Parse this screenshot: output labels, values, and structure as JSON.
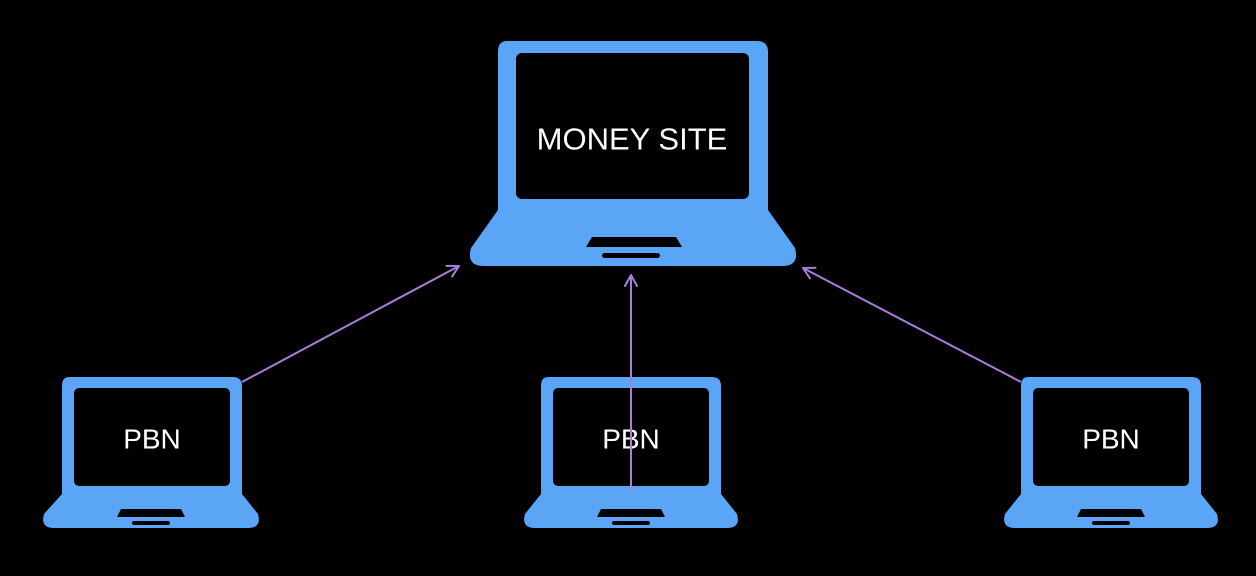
{
  "diagram": {
    "colors": {
      "background": "#000000",
      "laptop": "#5aa5f5",
      "screen": "#000000",
      "arrow": "#a77fd6",
      "arrow_alt": "#8f8ee8",
      "label": "#ffffff"
    },
    "nodes": {
      "money_site": {
        "label": "MONEY SITE",
        "icon": "laptop-icon"
      },
      "pbn_left": {
        "label": "PBN",
        "icon": "laptop-icon"
      },
      "pbn_center": {
        "label": "PBN",
        "icon": "laptop-icon"
      },
      "pbn_right": {
        "label": "PBN",
        "icon": "laptop-icon"
      }
    },
    "edges": [
      {
        "from": "pbn_left",
        "to": "money_site",
        "directed": true
      },
      {
        "from": "pbn_center",
        "to": "money_site",
        "directed": true
      },
      {
        "from": "pbn_right",
        "to": "money_site",
        "directed": true
      }
    ]
  }
}
